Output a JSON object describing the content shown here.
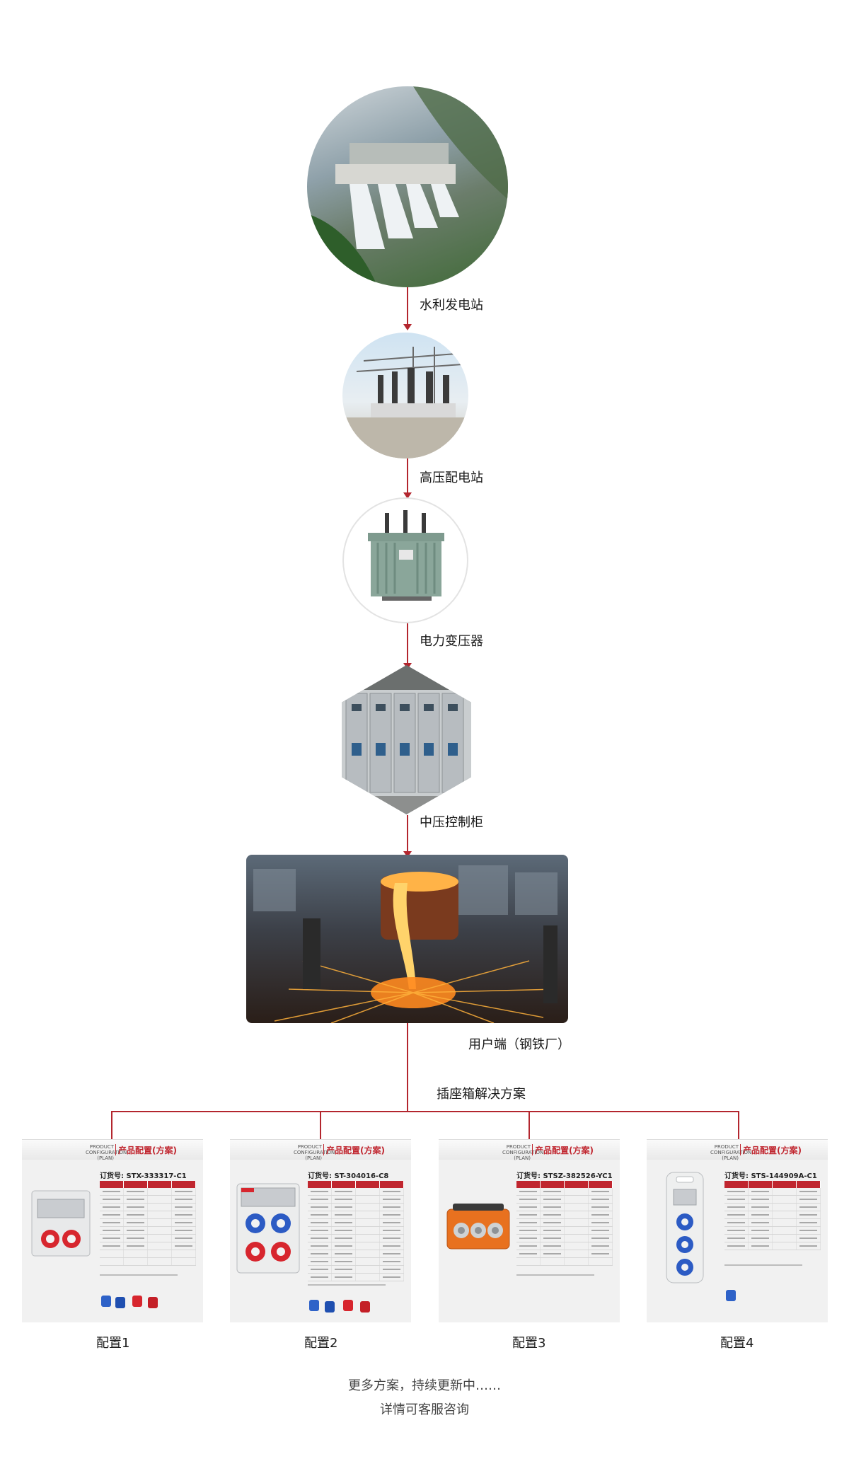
{
  "stages": [
    {
      "label": "水利发电站",
      "icon": "hydropower-dam-image"
    },
    {
      "label": "高压配电站",
      "icon": "substation-image"
    },
    {
      "label": "电力变压器",
      "icon": "power-transformer-image"
    },
    {
      "label": "中压控制柜",
      "icon": "control-cabinet-image"
    },
    {
      "label": "用户端（钢铁厂）",
      "icon": "steel-mill-image"
    }
  ],
  "solution_title": "插座箱解决方案",
  "card_header": {
    "en_line1": "PRODUCT",
    "en_line2": "CONFIGURATION (PLAN)",
    "cn": "产品配置(方案)"
  },
  "configs": [
    {
      "order": "订货号:  STX-333317-C1",
      "label": "配置1"
    },
    {
      "order": "订货号:  ST-304016-C8",
      "label": "配置2"
    },
    {
      "order": "订货号:  STSZ-382526-YC1",
      "label": "配置3"
    },
    {
      "order": "订货号:  STS-144909A-C1",
      "label": "配置4"
    }
  ],
  "footer": {
    "line1": "更多方案，持续更新中……",
    "line2": "详情可客服咨询"
  },
  "colors": {
    "accent": "#b3262e",
    "card_bg": "#f1f1f1"
  }
}
